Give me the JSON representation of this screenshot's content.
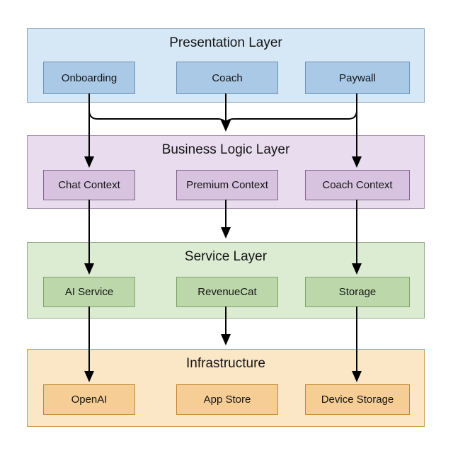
{
  "background": "#ffffff",
  "arrow_color": "#000000",
  "text_color": "#141414",
  "layers": [
    {
      "id": "presentation",
      "title": "Presentation Layer",
      "fill": "#d6e7f6",
      "border": "#8ba6be",
      "box_fill": "#a9c9e7",
      "box_border": "#6e93b4",
      "boxes": [
        {
          "label": "Onboarding"
        },
        {
          "label": "Coach"
        },
        {
          "label": "Paywall"
        }
      ]
    },
    {
      "id": "business-logic",
      "title": "Business Logic Layer",
      "fill": "#e9dcee",
      "border": "#a393ad",
      "box_fill": "#d7c3df",
      "box_border": "#84648f",
      "boxes": [
        {
          "label": "Chat Context"
        },
        {
          "label": "Premium Context"
        },
        {
          "label": "Coach Context"
        }
      ]
    },
    {
      "id": "service",
      "title": "Service Layer",
      "fill": "#dcecd3",
      "border": "#93a989",
      "box_fill": "#bcd8ab",
      "box_border": "#7da268",
      "boxes": [
        {
          "label": "AI Service"
        },
        {
          "label": "RevenueCat"
        },
        {
          "label": "Storage"
        }
      ]
    },
    {
      "id": "infrastructure",
      "title": "Infrastructure",
      "fill": "#fbe7c6",
      "border": "#c89b4a",
      "box_fill": "#f6cd95",
      "box_border": "#c2862f",
      "boxes": [
        {
          "label": "OpenAI"
        },
        {
          "label": "App Store"
        },
        {
          "label": "Device Storage"
        }
      ]
    }
  ],
  "connections": [
    {
      "from": "Onboarding",
      "to": "Chat Context"
    },
    {
      "from": "Coach",
      "to": "Business Logic Layer"
    },
    {
      "from": "Paywall",
      "to": "Coach Context"
    },
    {
      "from": "Chat Context",
      "to": "AI Service"
    },
    {
      "from": "Premium Context",
      "to": "Service Layer"
    },
    {
      "from": "Coach Context",
      "to": "Storage"
    },
    {
      "from": "AI Service",
      "to": "OpenAI"
    },
    {
      "from": "RevenueCat",
      "to": "Infrastructure"
    },
    {
      "from": "Storage",
      "to": "Device Storage"
    }
  ]
}
